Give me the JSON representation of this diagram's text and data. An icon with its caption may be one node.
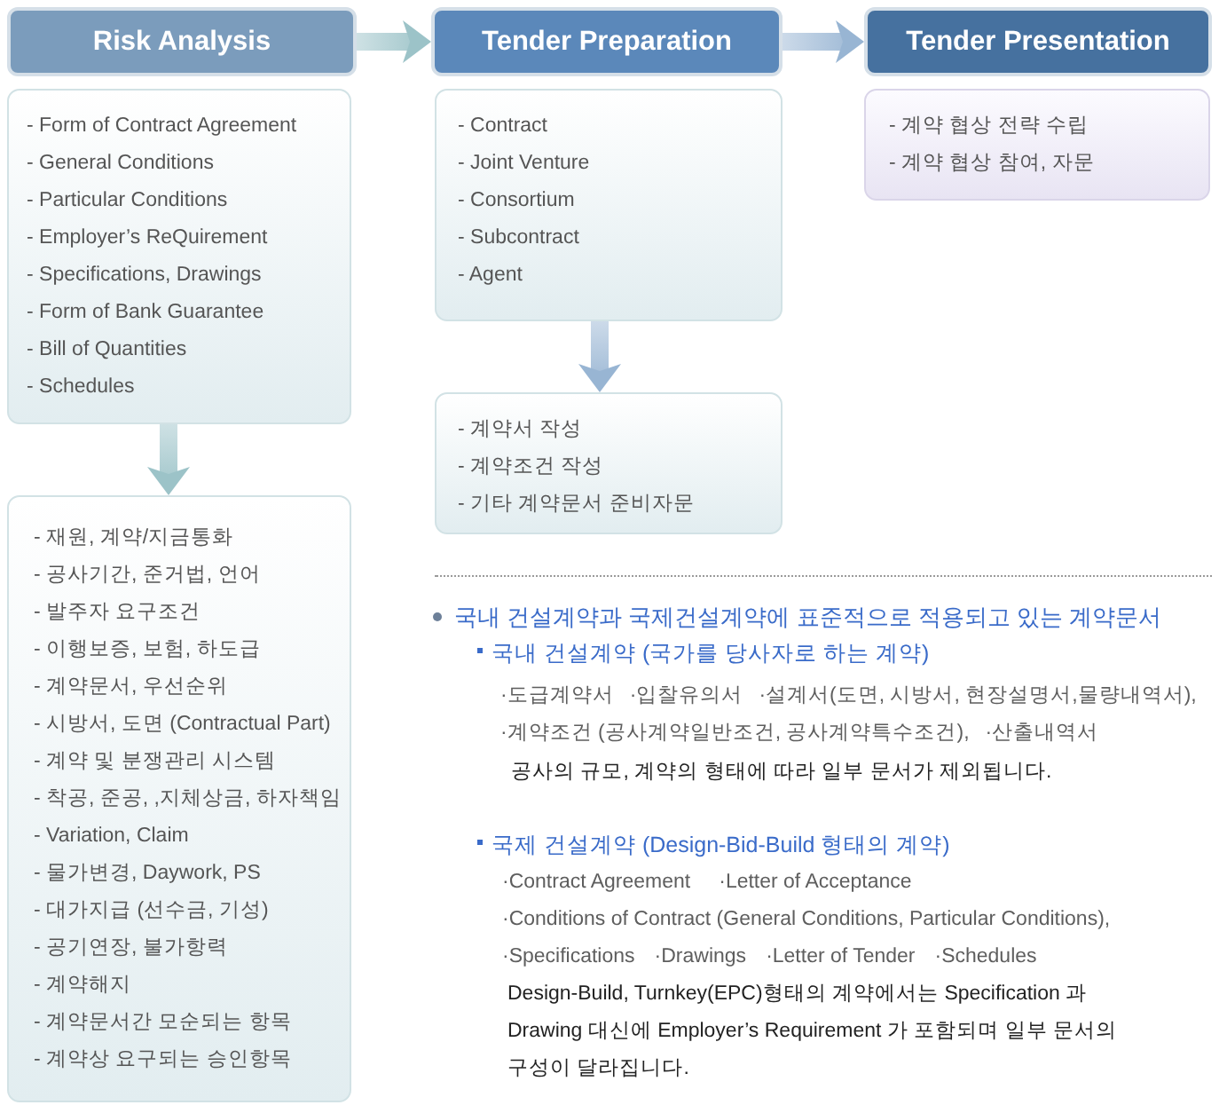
{
  "diagram": {
    "nodes": [
      {
        "text": [
          "Risk Analysis"
        ]
      },
      {
        "text": [
          "Tender Preparation"
        ]
      },
      {
        "text": [
          "Tender Presentation"
        ]
      },
      {
        "text": [
          "- Form of Contract Agreement",
          "- General Conditions",
          "- Particular Conditions",
          "- Employer’s ReQuirement",
          "- Specifications, Drawings",
          "- Form of Bank Guarantee",
          "- Bill of Quantities",
          "- Schedules"
        ]
      },
      {
        "text": [
          "- Contract",
          "- Joint Venture",
          "- Consortium",
          "- Subcontract",
          "- Agent"
        ]
      },
      {
        "text": [
          "- 계약 협상 전략 수립",
          "- 계약 협상 참여, 자문"
        ]
      },
      {
        "text": [
          "- 계약서 작성",
          "- 계약조건 작성",
          "- 기타 계약문서 준비자문"
        ]
      },
      {
        "text": [
          "- 재원, 계약/지금통화",
          "- 공사기간, 준거법, 언어",
          "- 발주자 요구조건",
          "- 이행보증, 보험, 하도급",
          "- 계약문서, 우선순위",
          "- 시방서, 도면 (Contractual Part)",
          "- 계약 및 분쟁관리 시스템",
          "- 착공, 준공, ,지체상금, 하자책임",
          "- Variation, Claim",
          "- 물가변경, Daywork, PS",
          "- 대가지급 (선수금, 기성)",
          "- 공기연장, 불가항력",
          "- 계약해지",
          "- 계약문서간 모순되는 항목",
          "- 계약상 요구되는 승인항목"
        ]
      }
    ],
    "edges": [
      {
        "from": 0,
        "to": 1,
        "arrow": "to",
        "color": "#9cc3c8"
      },
      {
        "from": 1,
        "to": 2,
        "arrow": "to",
        "color": "#98b5d3"
      },
      {
        "from": 3,
        "to": 7,
        "arrow": "to",
        "color": "#9cc3c8"
      },
      {
        "from": 4,
        "to": 6,
        "arrow": "to",
        "color": "#98b5d3"
      }
    ],
    "labels": [
      "국내 건설계약과 국제건설계약에 표준적으로 적용되고 있는 계약문서",
      "국내 건설계약 (국가를 당사자로 하는 계약)",
      "·도급계약서",
      "·입찰유의서",
      "·설계서(도면, 시방서, 현장설명서,물량내역서),",
      "·계약조건 (공사계약일반조건, 공사계약특수조건),",
      "·산출내역서",
      "공사의 규모, 계약의 형태에 따라 일부 문서가 제외됩니다.",
      "국제 건설계약 (Design-Bid-Build 형태의 계약)",
      "·Contract Agreement",
      "·Letter of Acceptance",
      "·Conditions of Contract (General Conditions, Particular Conditions),",
      "·Specifications",
      "·Drawings",
      "·Letter of Tender",
      "·Schedules",
      "Design-Build, Turnkey(EPC)형태의 계약에서는 Specification 과 Drawing 대신에 Employer’s Requirement 가 포함되며 일부 문서의 구성이 달라집니다."
    ]
  }
}
